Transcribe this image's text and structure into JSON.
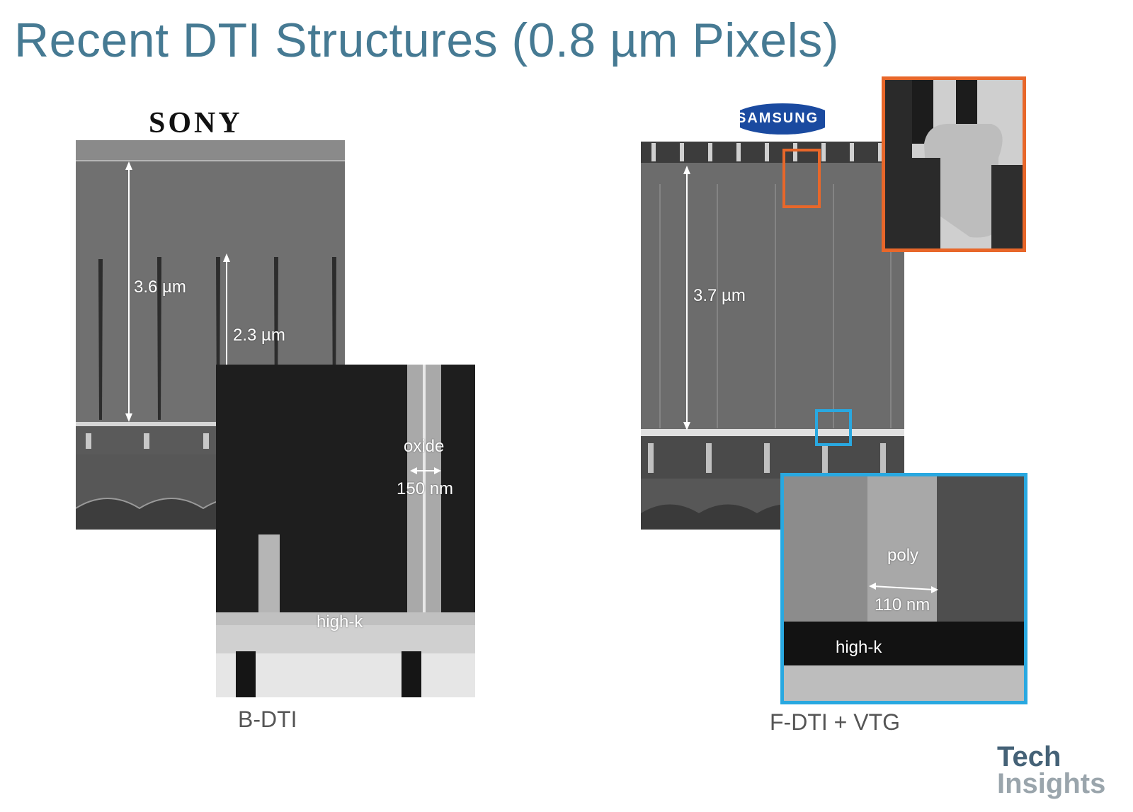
{
  "title": "Recent DTI Structures (0.8 µm Pixels)",
  "left": {
    "brand": "SONY",
    "measure_long": "3.6 µm",
    "measure_short": "2.3 µm",
    "inset_oxide": "oxide",
    "inset_width": "150 nm",
    "inset_highk": "high-k",
    "caption": "B-DTI"
  },
  "right": {
    "brand": "SAMSUNG",
    "measure": "3.7 µm",
    "inset_poly": "poly",
    "inset_width": "110 nm",
    "inset_highk": "high-k",
    "caption": "F-DTI + VTG"
  },
  "footer_logo": {
    "line1": "Tech",
    "line2": "Insights"
  },
  "colors": {
    "title": "#467a93",
    "orange": "#e8672a",
    "blue": "#29a8e0"
  }
}
